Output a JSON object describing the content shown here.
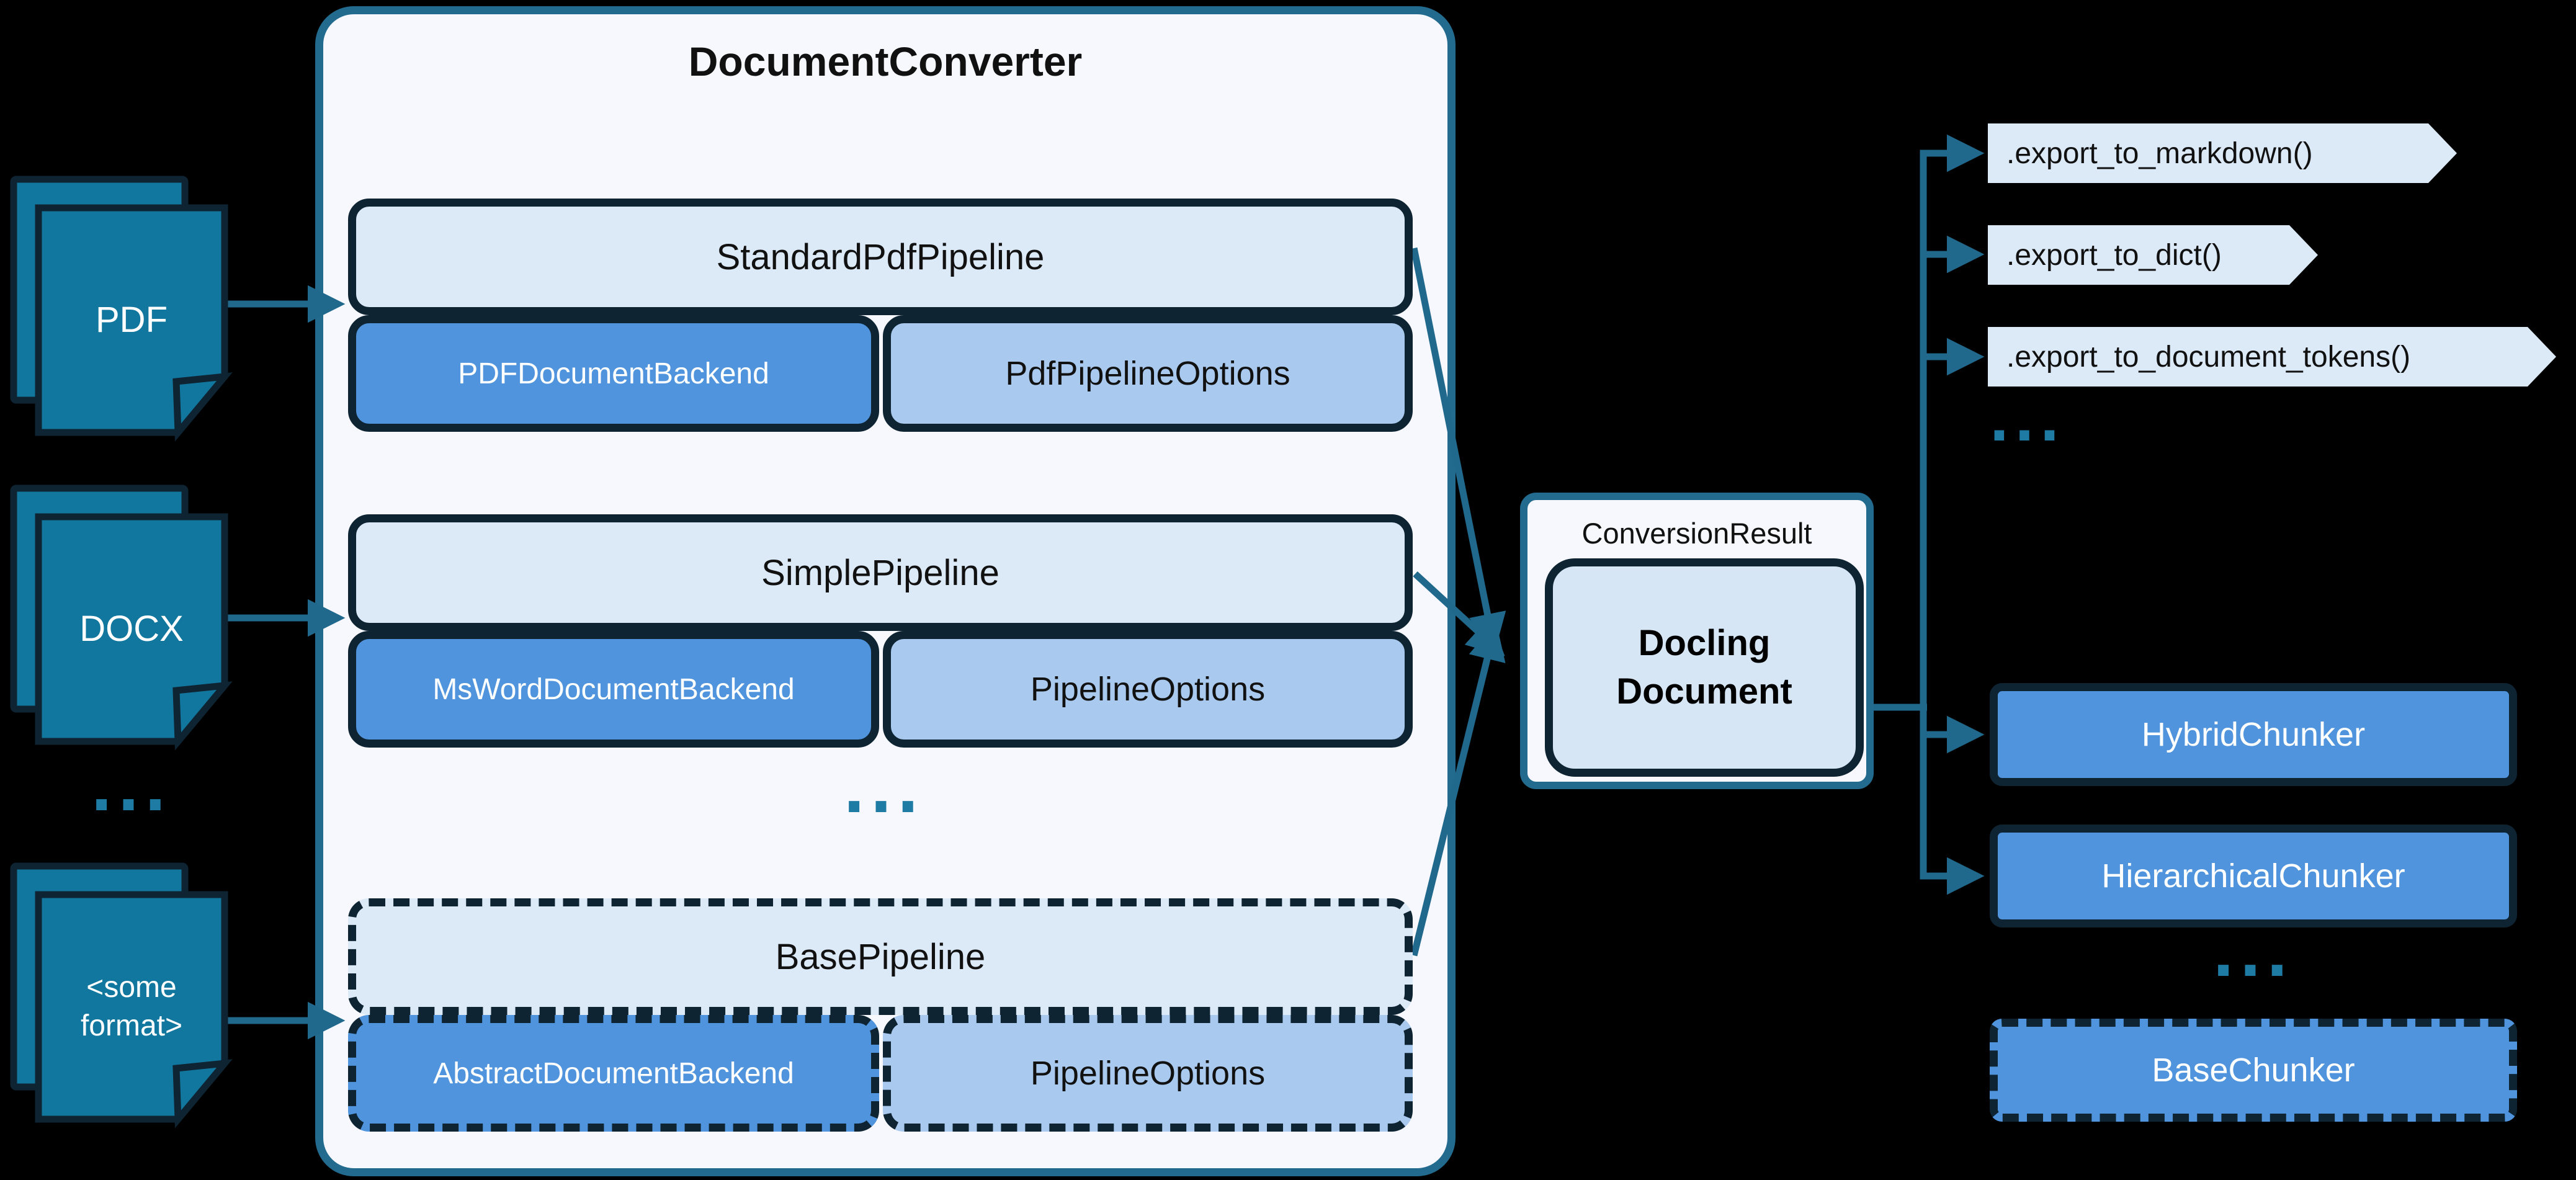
{
  "colors": {
    "teal_fill": "#11779E",
    "dark_navy": "#0E2433",
    "teal_stroke": "#20688C",
    "container_fill": "#F6F8FD",
    "container_border": "#226B8E",
    "header_fill": "#DCE9F6",
    "backend_fill": "#4F94DC",
    "options_fill": "#A9C9EE",
    "docling_fill": "#D7E6F5",
    "banner_fill": "#DCE9F6",
    "text_dark": "#111111",
    "ellipsis_color": "#1E7BA3"
  },
  "ellipsis": "...",
  "inputs": [
    {
      "label": "PDF"
    },
    {
      "label": "DOCX"
    },
    {
      "label": "<some\nformat>"
    }
  ],
  "converter": {
    "title": "DocumentConverter",
    "pipelines": [
      {
        "name": "StandardPdfPipeline",
        "backend": "PDFDocumentBackend",
        "options": "PdfPipelineOptions"
      },
      {
        "name": "SimplePipeline",
        "backend": "MsWordDocumentBackend",
        "options": "PipelineOptions"
      },
      {
        "name": "BasePipeline",
        "backend": "AbstractDocumentBackend",
        "options": "PipelineOptions"
      }
    ]
  },
  "result": {
    "label": "ConversionResult",
    "document": "Docling\nDocument"
  },
  "exports": [
    ".export_to_markdown()",
    ".export_to_dict()",
    ".export_to_document_tokens()"
  ],
  "chunkers": [
    "HybridChunker",
    "HierarchicalChunker",
    "BaseChunker"
  ]
}
